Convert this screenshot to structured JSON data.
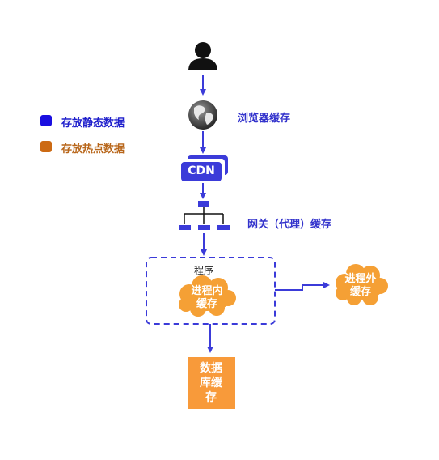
{
  "legend": [
    {
      "label": "存放静态数据",
      "color": "#1a0fe0"
    },
    {
      "label": "存放热点数据",
      "color": "#cc6a14"
    }
  ],
  "nodes": {
    "browser_cache": "浏览器缓存",
    "cdn": "CDN",
    "gateway_cache": "网关（代理）缓存",
    "program": "程序",
    "in_process_cache": "进程内\n缓存",
    "out_process_cache": "进程外\n缓存",
    "database_cache": "数据\n库缓\n存"
  },
  "colors": {
    "flow_blue": "#3b3bd9",
    "label_blue": "#3333cc",
    "hot_orange": "#f5a035",
    "db_orange": "#f89a3a",
    "legend_text_orange": "#b8661a"
  }
}
